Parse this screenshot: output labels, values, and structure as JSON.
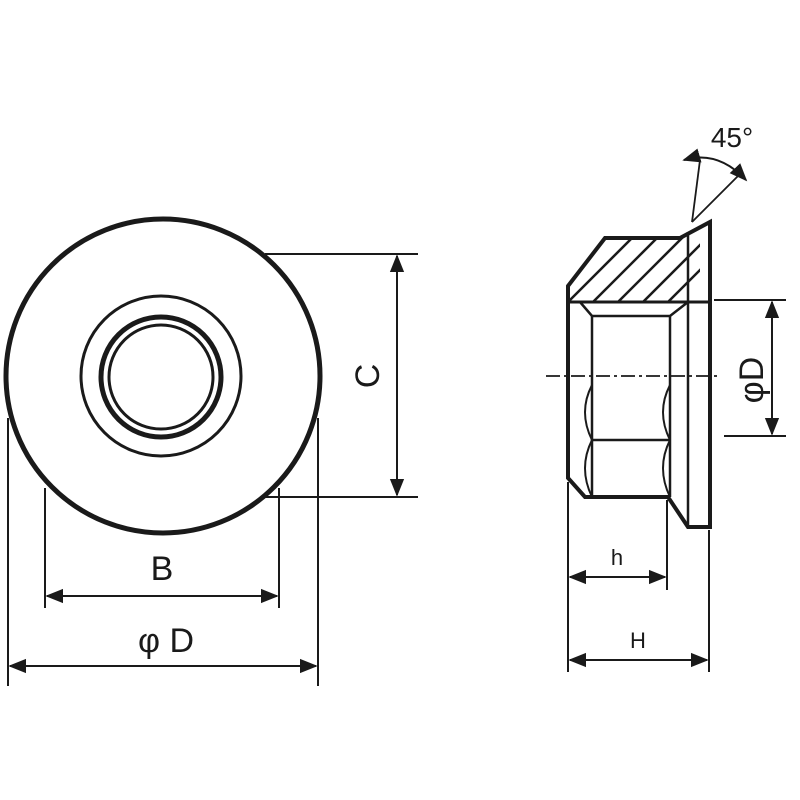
{
  "labels": {
    "B": "B",
    "C": "C",
    "front_diameter": "φ D",
    "side_diameter": "φD",
    "h": "h",
    "H": "H",
    "angle": "45°"
  },
  "colors": {
    "stroke": "#1a1a1a",
    "background": "#ffffff"
  }
}
